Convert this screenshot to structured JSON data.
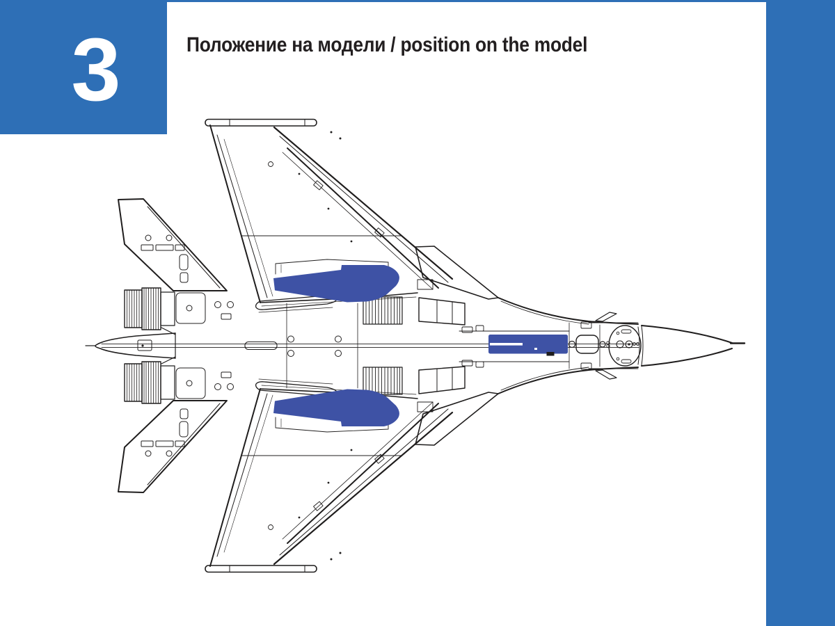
{
  "colors": {
    "frame_blue": "#2e6fb6",
    "decal_blue": "#3e52a5",
    "line": "#1f1d1d",
    "title": "#231f20",
    "page_bg": "#ffffff"
  },
  "step_badge": {
    "number": "3"
  },
  "header": {
    "title": "Положение на модели / position on the model"
  },
  "figure": {
    "subject": "fighter-aircraft-top-view-line-drawing",
    "decal_areas": [
      {
        "name": "upper-wing-root-band"
      },
      {
        "name": "lower-wing-root-band"
      },
      {
        "name": "forward-fuselage-spine-panel"
      }
    ]
  }
}
